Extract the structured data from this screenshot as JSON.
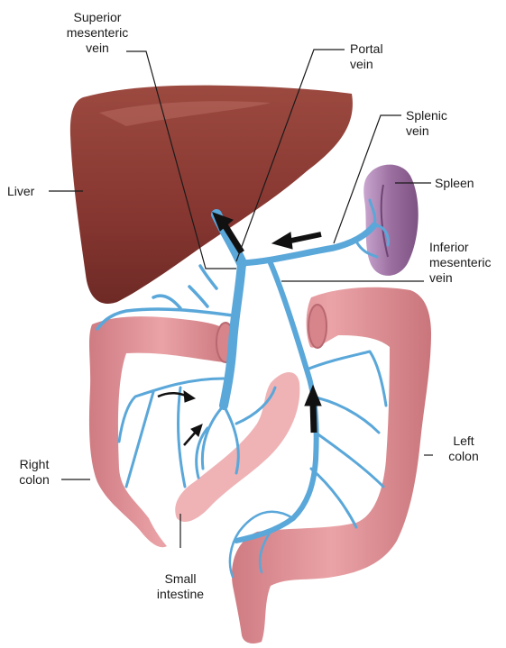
{
  "labels": {
    "superior_mesenteric_vein": [
      "Superior",
      "mesenteric",
      "vein"
    ],
    "portal_vein": [
      "Portal",
      "vein"
    ],
    "splenic_vein": [
      "Splenic",
      "vein"
    ],
    "spleen": [
      "Spleen"
    ],
    "liver": [
      "Liver"
    ],
    "inferior_mesenteric_vein": [
      "Inferior",
      "mesenteric",
      "vein"
    ],
    "right_colon": [
      "Right",
      "colon"
    ],
    "left_colon": [
      "Left",
      "colon"
    ],
    "small_intestine": [
      "Small",
      "intestine"
    ]
  },
  "colors": {
    "liver": "#8a3a32",
    "spleen": "#9a6a9c",
    "colon": "#e3949a",
    "small_intestine": "#efb3b6",
    "vein": "#5aa7d9",
    "arrow": "#111111",
    "leader": "#1a1a1a"
  }
}
